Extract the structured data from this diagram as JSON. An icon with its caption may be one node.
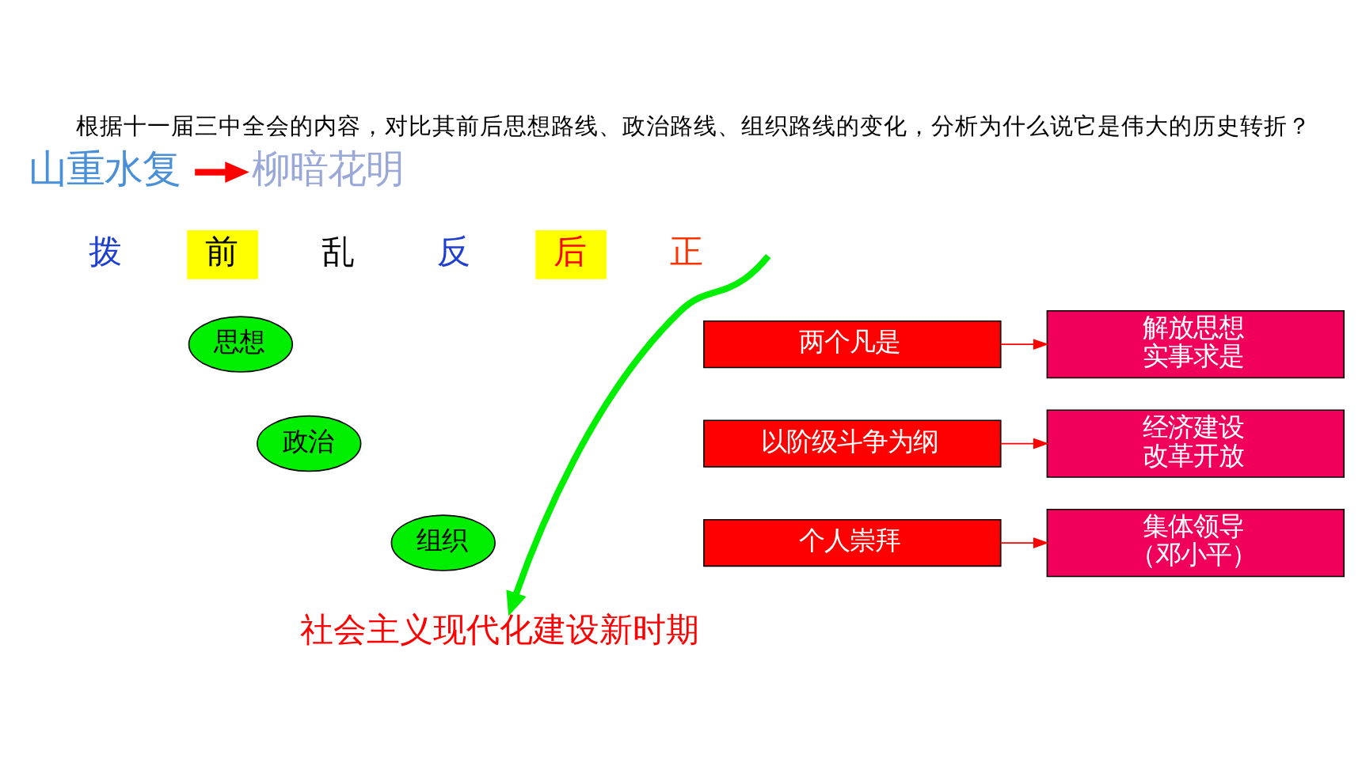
{
  "diagram": {
    "title": "根据十一届三中全会的内容，对比其前后思想路线、政治路线、组织路线的变化，分析为什么说它是伟大的历史转折？",
    "nodes": [
      {
        "text": [
          "山重水复"
        ]
      },
      {
        "text": [
          "柳暗花明"
        ]
      },
      {
        "text": [
          "思想"
        ]
      },
      {
        "text": [
          "两个凡是"
        ]
      },
      {
        "text": [
          "解放思想",
          "实事求是"
        ]
      },
      {
        "text": [
          "政治"
        ]
      },
      {
        "text": [
          "以阶级斗争为纲"
        ]
      },
      {
        "text": [
          "经济建设",
          "改革开放"
        ]
      },
      {
        "text": [
          "组织"
        ]
      },
      {
        "text": [
          "个人崇拜"
        ]
      },
      {
        "text": [
          "集体领导",
          "（邓小平）"
        ]
      },
      {
        "text": [
          "社会主义现代化建设新时期"
        ]
      }
    ],
    "edges": [
      {
        "from": 0,
        "to": 1,
        "arrow": "to",
        "style": "thick"
      },
      {
        "from": 3,
        "to": 4,
        "arrow": "to"
      },
      {
        "from": 6,
        "to": 7,
        "arrow": "to"
      },
      {
        "from": 9,
        "to": 10,
        "arrow": "to"
      },
      {
        "from": null,
        "to": 11,
        "arrow": "to",
        "style": "thick",
        "color": "#00ee00"
      }
    ],
    "labels": [
      "拨",
      "前",
      "乱",
      "反",
      "后",
      "正"
    ]
  }
}
